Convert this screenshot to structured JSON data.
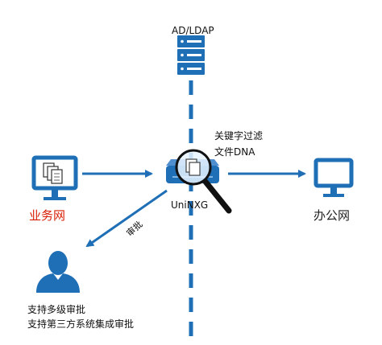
{
  "labels": {
    "ad_ldap": "AD/LDAP",
    "keyword_filter": "关键字过滤",
    "file_dna": "文件DNA",
    "gateway": "UniNXG",
    "business_network": "业务网",
    "office_network": "办公网",
    "approval": "审批",
    "feature_multilevel_approval": "支持多级审批",
    "feature_third_party": "支持第三方系统集成审批"
  },
  "icons": {
    "server": "server-icon",
    "gateway": "network-gateway-icon",
    "magnifier": "magnifier-icon",
    "business_monitor": "monitor-documents-icon",
    "office_monitor": "monitor-icon",
    "user": "user-icon"
  },
  "colors": {
    "accent": "#1f6fb6",
    "business_label": "#d81e06",
    "dashed_line": "#1f6fb6"
  }
}
